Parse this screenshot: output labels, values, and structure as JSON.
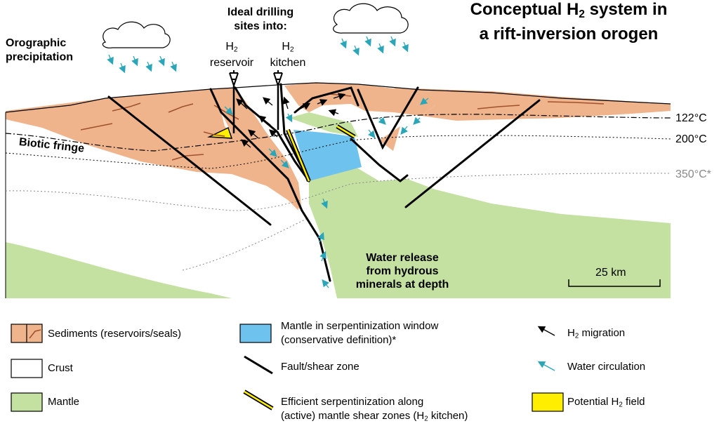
{
  "title_line1": "Conceptual H",
  "title_sub": "2",
  "title_line1b": " system in",
  "title_line2": "a rift-inversion orogen",
  "orographic": [
    "Orographic",
    "precipitation"
  ],
  "drilling": [
    "Ideal drilling",
    "sites into:"
  ],
  "h2_reservoir": [
    "H",
    "2",
    "reservoir"
  ],
  "h2_kitchen": [
    "H",
    "2",
    "kitchen"
  ],
  "biotic_fringe": "Biotic fringe",
  "temps": [
    "122°C",
    "200°C",
    "350°C*"
  ],
  "water_release": [
    "Water release",
    "from hydrous",
    "minerals at depth"
  ],
  "scale_label": "25 km",
  "legend": {
    "sediments": "Sediments (reservoirs/seals)",
    "crust": "Crust",
    "mantle": "Mantle",
    "serp_window_1": "Mantle in serpentinization window",
    "serp_window_2": "(conservative definition)*",
    "fault": "Fault/shear zone",
    "efficient_1": "Efficient serpentinization along",
    "efficient_2a": "(active) mantle shear zones (H",
    "efficient_2sub": "2",
    "efficient_2b": " kitchen)",
    "migration_a": "H",
    "migration_sub": "2",
    "migration_b": " migration",
    "water": "Water circulation",
    "field_a": "Potential H",
    "field_sub": "2",
    "field_b": " field"
  },
  "colors": {
    "sediment": "#f0b48c",
    "mantle": "#c4e1a2",
    "serp": "#6ec2ee",
    "yellow": "#ffee00",
    "water_arrow": "#2aa6b8",
    "brown_line": "#a0522d"
  }
}
